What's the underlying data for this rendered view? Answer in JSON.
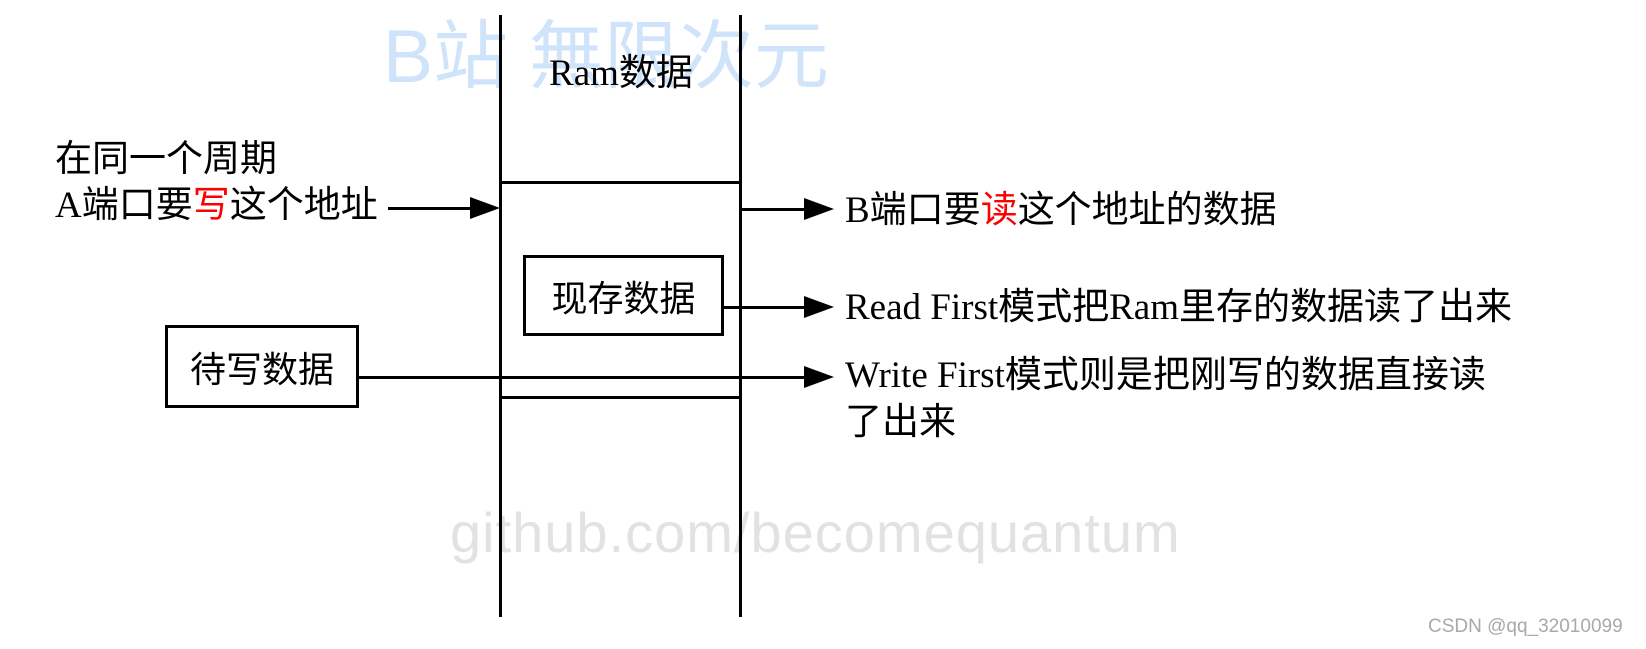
{
  "watermarks": {
    "top_text": "B站 無限次元",
    "bottom_text": "github.com/becomequantum",
    "csdn_text": "CSDN @qq_32010099"
  },
  "ram": {
    "title": "Ram数据",
    "existing_data_label": "现存数据",
    "pending_write_label": "待写数据"
  },
  "annotations": {
    "left_line1": "在同一个周期",
    "left_line2_pre": "A端口要",
    "left_line2_red": "写",
    "left_line2_post": "这个地址",
    "b_port_pre": "B端口要",
    "b_port_red": "读",
    "b_port_post": "这个地址的数据",
    "read_first": "Read First模式把Ram里存的数据读了出来",
    "write_first_line1": "Write First模式则是把刚写的数据直接读",
    "write_first_line2": "了出来"
  },
  "colors": {
    "line": "#000000",
    "red_highlight": "#ff0000",
    "watermark_top": "#cfe4fa",
    "watermark_bottom": "#e2e2e2",
    "watermark_csdn": "#a9a9a9"
  }
}
